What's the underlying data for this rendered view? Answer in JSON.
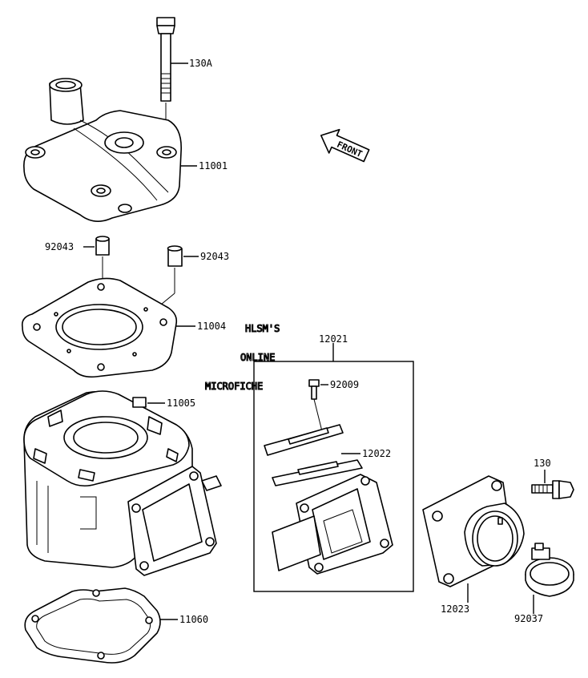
{
  "labels": {
    "p130A": "130A",
    "p11001": "11001",
    "p92043_left": "92043",
    "p92043_right": "92043",
    "p11004": "11004",
    "p12021": "12021",
    "p92009": "92009",
    "p11005": "11005",
    "p12022": "12022",
    "p130": "130",
    "p12023": "12023",
    "p92037": "92037",
    "p11060": "11060"
  },
  "front_arrow": {
    "label": "FRONT",
    "icon": "front-direction-arrow-icon"
  },
  "watermark": {
    "line1": "HLSM'S",
    "line2": "ONLINE",
    "line3": "MICROFICHE"
  }
}
